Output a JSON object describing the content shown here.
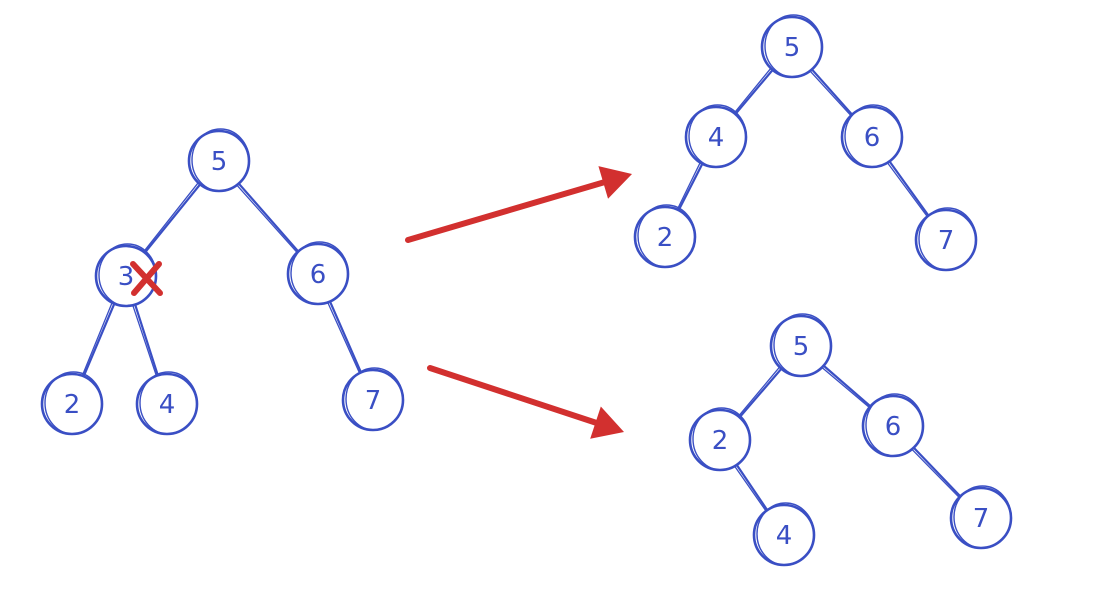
{
  "colors": {
    "ink": "#3a4fc4",
    "accent": "#d2302f",
    "background": "#ffffff"
  },
  "trees": {
    "original": {
      "nodes": [
        {
          "id": "o5",
          "label": "5"
        },
        {
          "id": "o3",
          "label": "3"
        },
        {
          "id": "o6",
          "label": "6"
        },
        {
          "id": "o2",
          "label": "2"
        },
        {
          "id": "o4",
          "label": "4"
        },
        {
          "id": "o7",
          "label": "7"
        }
      ],
      "edges": [
        [
          "o5",
          "o3"
        ],
        [
          "o5",
          "o6"
        ],
        [
          "o3",
          "o2"
        ],
        [
          "o3",
          "o4"
        ],
        [
          "o6",
          "o7"
        ]
      ],
      "deleted_node": "o3"
    },
    "result_successor": {
      "nodes": [
        {
          "id": "a5",
          "label": "5"
        },
        {
          "id": "a4",
          "label": "4"
        },
        {
          "id": "a6",
          "label": "6"
        },
        {
          "id": "a2",
          "label": "2"
        },
        {
          "id": "a7",
          "label": "7"
        }
      ],
      "edges": [
        [
          "a5",
          "a4"
        ],
        [
          "a5",
          "a6"
        ],
        [
          "a4",
          "a2"
        ],
        [
          "a6",
          "a7"
        ]
      ]
    },
    "result_predecessor": {
      "nodes": [
        {
          "id": "b5",
          "label": "5"
        },
        {
          "id": "b2",
          "label": "2"
        },
        {
          "id": "b6",
          "label": "6"
        },
        {
          "id": "b4",
          "label": "4"
        },
        {
          "id": "b7",
          "label": "7"
        }
      ],
      "edges": [
        [
          "b5",
          "b2"
        ],
        [
          "b5",
          "b6"
        ],
        [
          "b2",
          "b4"
        ],
        [
          "b6",
          "b7"
        ]
      ]
    }
  },
  "icons": [
    "delete-x-icon",
    "arrow-right-icon"
  ]
}
